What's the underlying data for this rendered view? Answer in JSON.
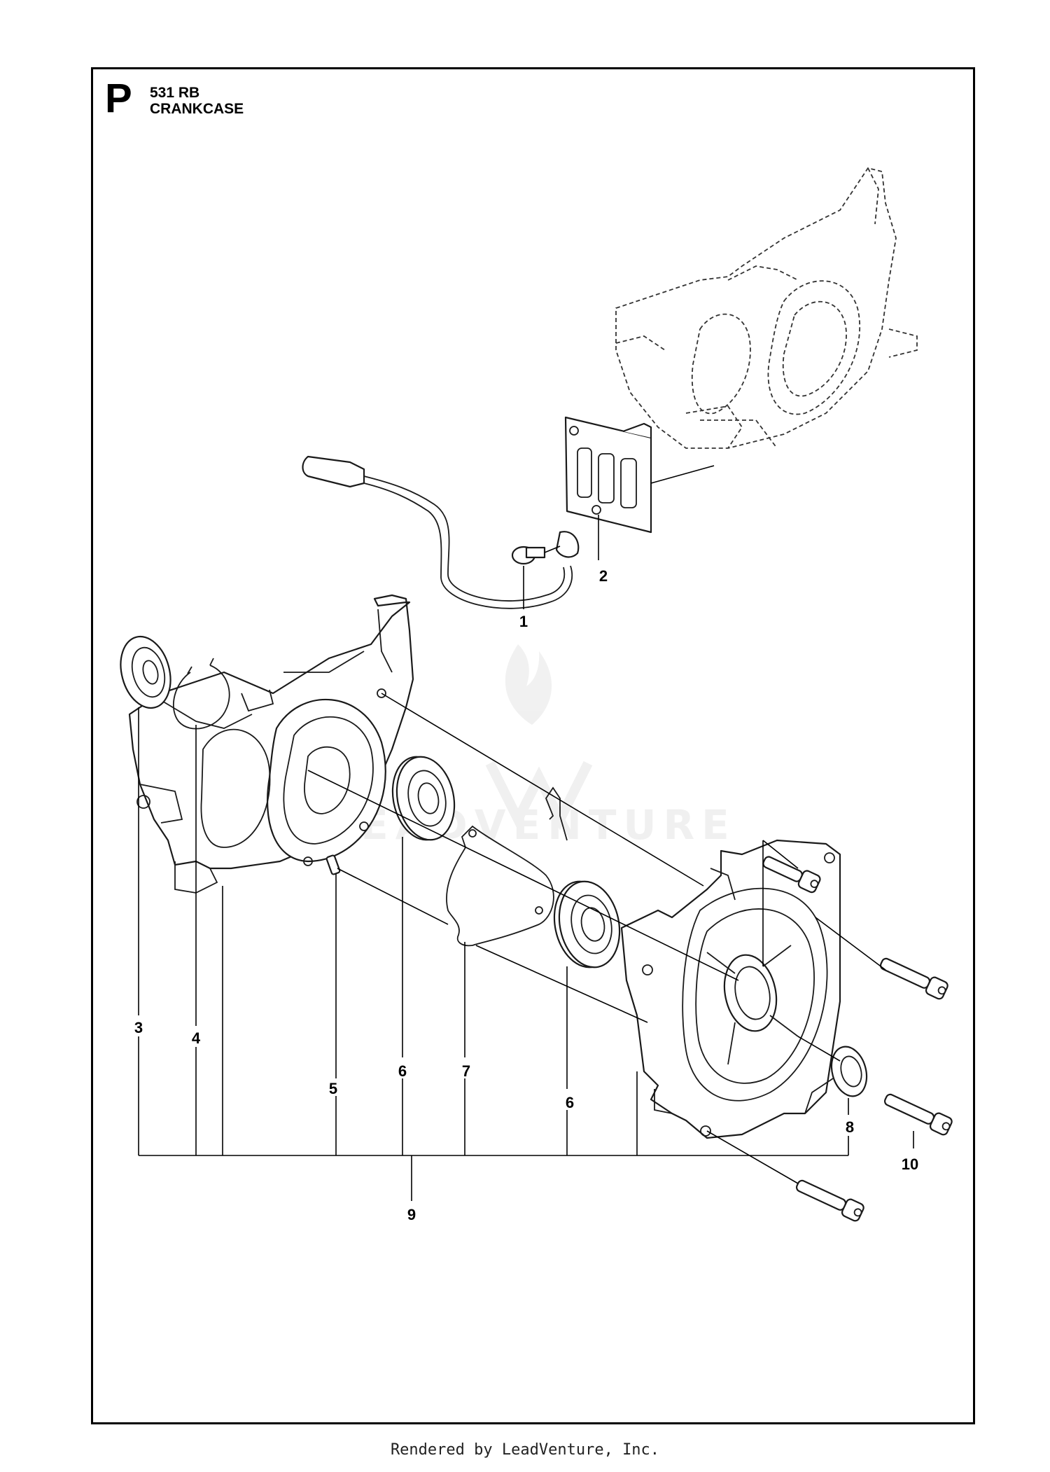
{
  "header": {
    "section_letter": "P",
    "model": "531 RB",
    "title": "CRANKCASE"
  },
  "callouts": [
    {
      "id": "callout-1",
      "label": "1"
    },
    {
      "id": "callout-2",
      "label": "2"
    },
    {
      "id": "callout-3",
      "label": "3"
    },
    {
      "id": "callout-4",
      "label": "4"
    },
    {
      "id": "callout-5",
      "label": "5"
    },
    {
      "id": "callout-6a",
      "label": "6"
    },
    {
      "id": "callout-7",
      "label": "7"
    },
    {
      "id": "callout-6b",
      "label": "6"
    },
    {
      "id": "callout-8",
      "label": "8"
    },
    {
      "id": "callout-9",
      "label": "9"
    },
    {
      "id": "callout-10",
      "label": "10"
    }
  ],
  "watermark": "LEADVENTURE",
  "footer": "Rendered by LeadVenture, Inc."
}
